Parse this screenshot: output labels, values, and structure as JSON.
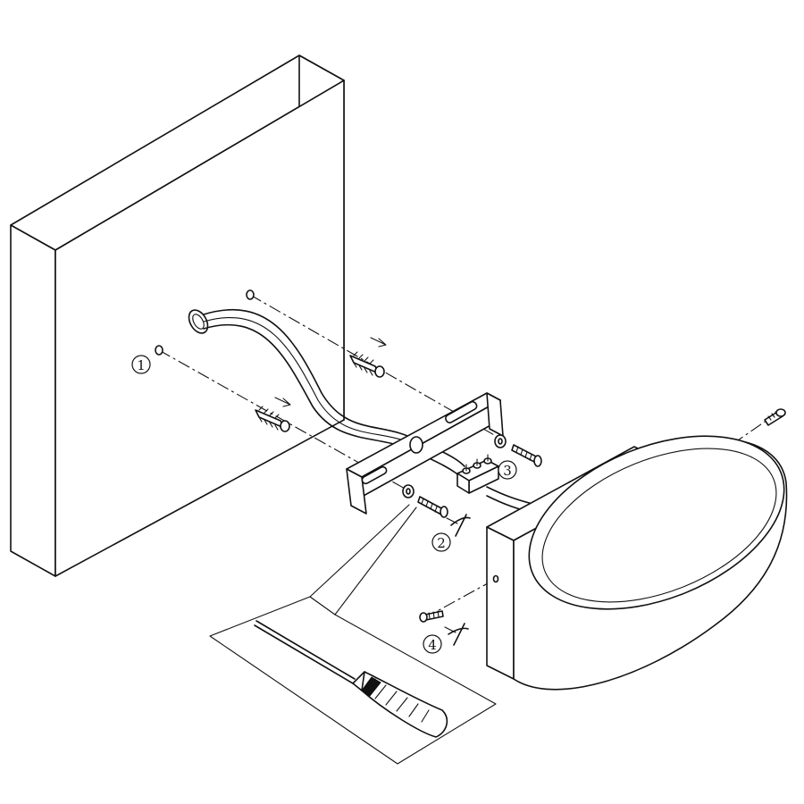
{
  "callouts": {
    "step1": "1",
    "step2": "2",
    "step3": "3",
    "step4": "4"
  },
  "icons": [
    "wall-panel",
    "cable",
    "wall-plug",
    "mounting-bracket",
    "screw",
    "washer",
    "terminal-block",
    "lamp-housing",
    "screwdriver"
  ]
}
